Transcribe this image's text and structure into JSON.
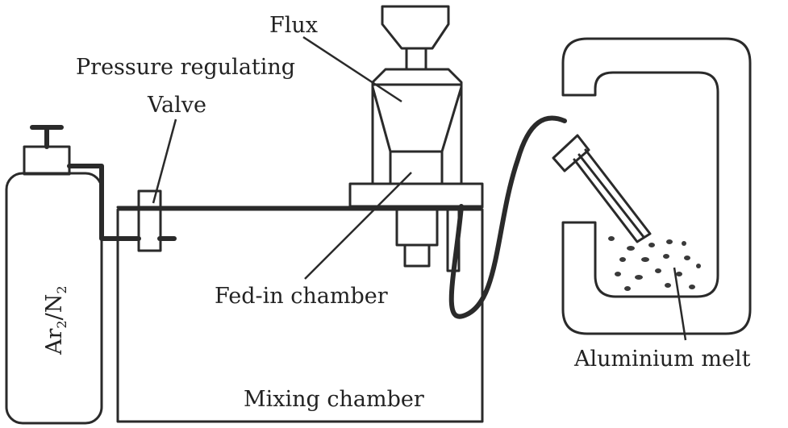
{
  "labels": {
    "flux": "Flux",
    "pressure_regulating": "Pressure regulating",
    "valve": "Valve",
    "fed_in_chamber": "Fed-in chamber",
    "mixing_chamber": "Mixing chamber",
    "aluminium_melt": "Aluminium melt",
    "gas_cylinder_main": "Ar",
    "gas_cylinder_sub1": "2",
    "gas_cylinder_slash": "/N",
    "gas_cylinder_sub2": "2"
  },
  "colors": {
    "line": "#2a2a2a",
    "text": "#222222",
    "background": "#ffffff"
  }
}
